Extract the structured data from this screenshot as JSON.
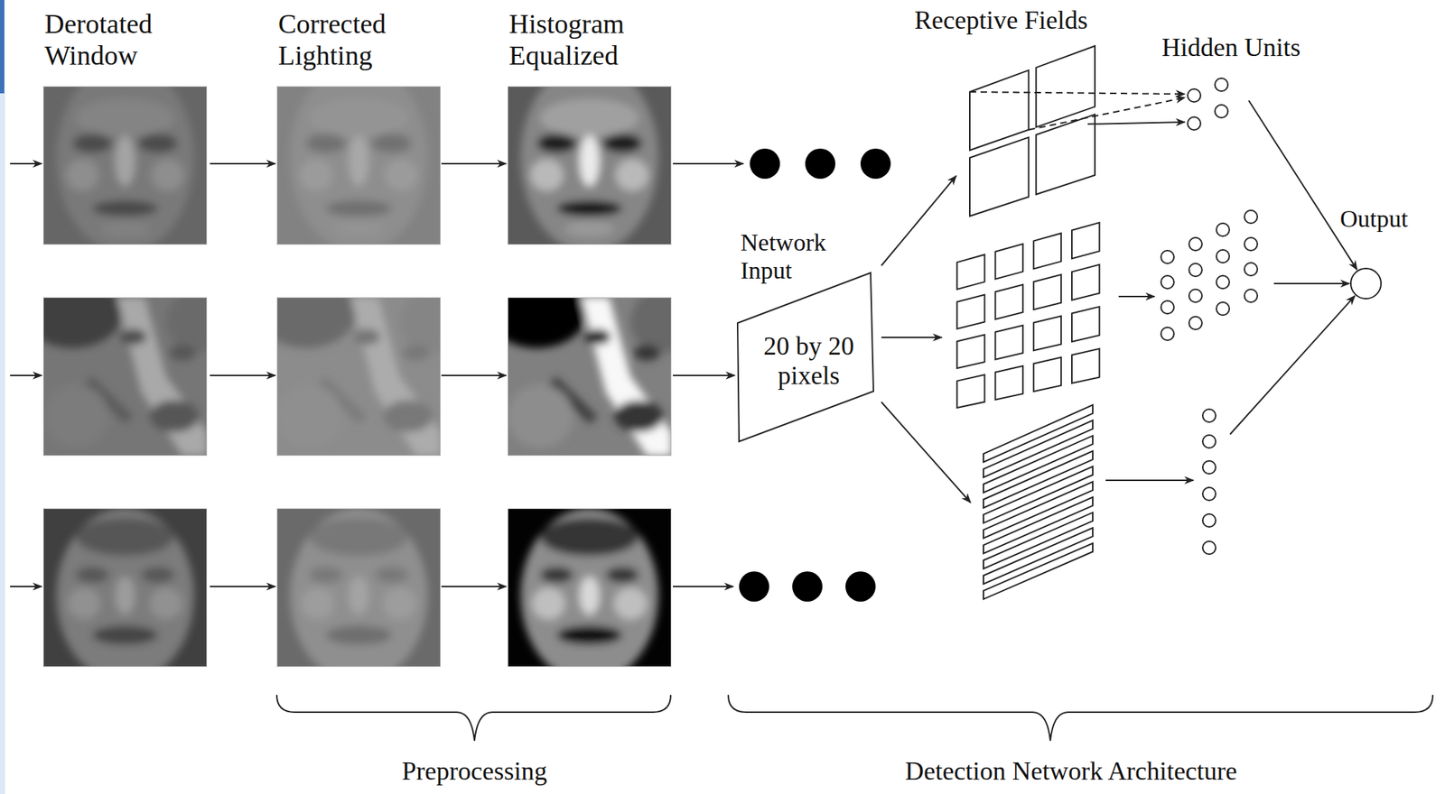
{
  "diagram": {
    "nodes": [
      {
        "text": [
          "Network Input",
          "20 by 20 pixels"
        ]
      },
      {
        "text": [
          "Output"
        ]
      }
    ],
    "labels": [
      "Derotated Window",
      "Corrected Lighting",
      "Histogram Equalized",
      "Receptive Fields",
      "Hidden Units",
      "Preprocessing",
      "Detection Network Architecture"
    ]
  }
}
